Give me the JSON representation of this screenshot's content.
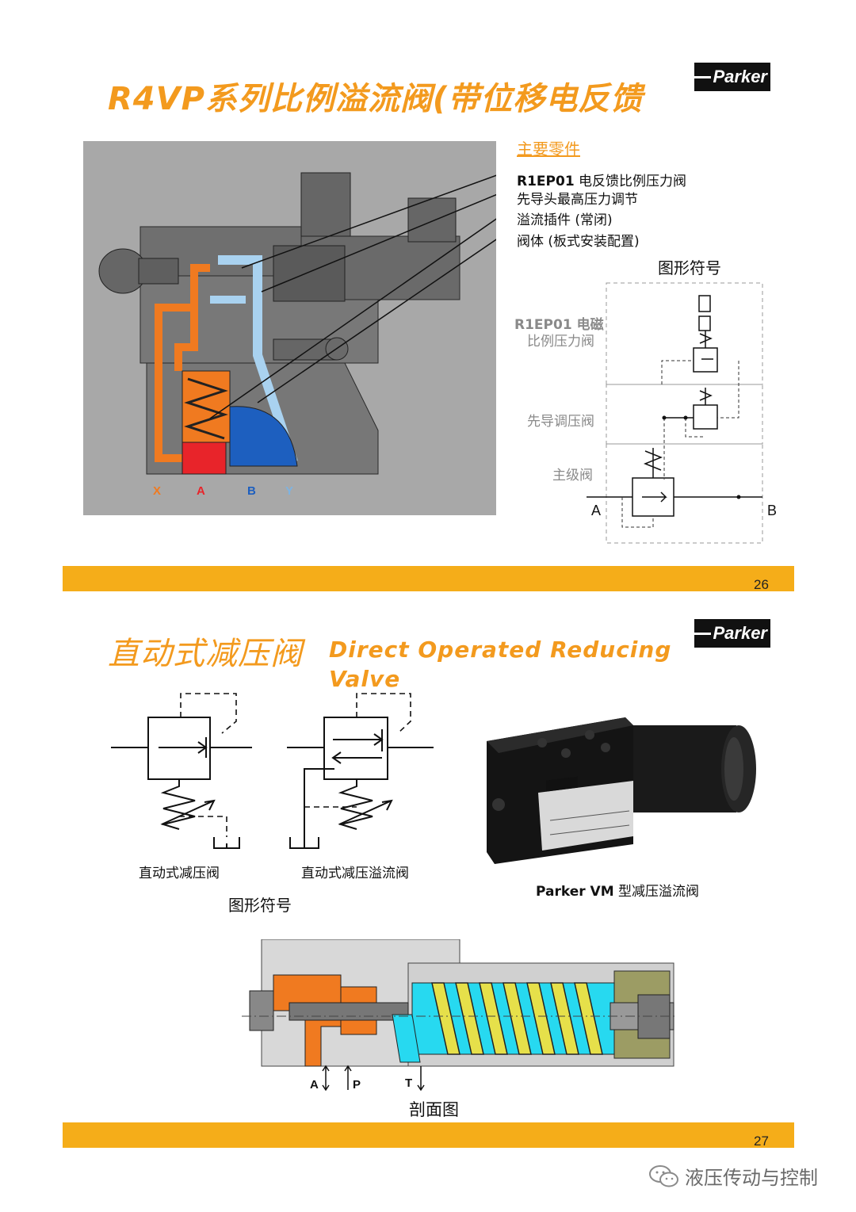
{
  "slide1": {
    "title": "R4VP系列比例溢流阀(带位移电反馈",
    "logo": "Parker",
    "parts_heading": "主要零件",
    "parts": [
      {
        "bold": "R1EP01",
        "text": " 电反馈比例压力阀"
      },
      {
        "bold": "",
        "text": "先导头最高压力调节"
      },
      {
        "bold": "",
        "text": "溢流插件 (常闭)"
      },
      {
        "bold": "",
        "text": "阀体 (板式安装配置)"
      }
    ],
    "symbol_heading": "图形符号",
    "symbol_labels": {
      "r1ep01_line1": "R1EP01 电磁",
      "r1ep01_line2": "比例压力阀",
      "pilot": "先导调压阀",
      "main": "主级阀",
      "port_a": "A",
      "port_b": "B"
    },
    "ports": [
      "X",
      "A",
      "B",
      "Y"
    ],
    "port_colors": [
      "#f07a20",
      "#e8242a",
      "#1d5fbf",
      "#7fb3e0"
    ],
    "page_number": "26"
  },
  "slide2": {
    "title_cn": "直动式减压阀",
    "title_en_line1": "Direct Operated Reducing",
    "title_en_line2": "Valve",
    "logo": "Parker",
    "symbol1_caption": "直动式减压阀",
    "symbol2_caption": "直动式减压溢流阀",
    "symbols_heading": "图形符号",
    "photo_caption_bold": "Parker VM",
    "photo_caption_rest": " 型减压溢流阀",
    "section_ports": [
      "A",
      "P",
      "T"
    ],
    "section_caption": "剖面图",
    "page_number": "27"
  },
  "footer": {
    "watermark": "液压传动与控制"
  },
  "colors": {
    "accent_orange": "#f39a1e",
    "band": "#f5ad19",
    "oil_orange": "#f07a20",
    "oil_red": "#e8242a",
    "oil_blue": "#1d5fbf",
    "oil_light_blue": "#a9d2f0",
    "cyan": "#27d9f0",
    "spring_yellow": "#e6e04a"
  }
}
